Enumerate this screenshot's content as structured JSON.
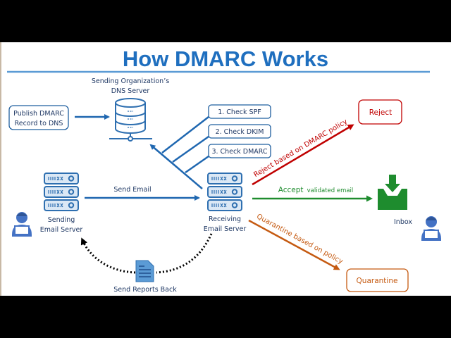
{
  "title": "How DMARC Works",
  "colors": {
    "title": "#1f6fbf",
    "flow": "#1f67b0",
    "reject": "#c00000",
    "accept": "#1e8c2e",
    "quarantine": "#c55a11",
    "text": "#1f3864"
  },
  "dns_server": {
    "line1": "Sending Organization’s",
    "line2": "DNS Server",
    "icon": "database-icon"
  },
  "publish": {
    "line1": "Publish DMARC",
    "line2": "Record to DNS"
  },
  "checks": [
    "1. Check SPF",
    "2. Check DKIM",
    "3. Check DMARC"
  ],
  "sending_server": {
    "line1": "Sending",
    "line2": "Email Server",
    "icon": "server-icon"
  },
  "receiving_server": {
    "line1": "Receiving",
    "line2": "Email Server",
    "icon": "server-icon"
  },
  "send_email": "Send Email",
  "reject": {
    "arrow_label": "Reject based on DMARC policy",
    "box": "Reject"
  },
  "accept": {
    "bold": "Accept",
    "rest": "validated email"
  },
  "inbox": {
    "label": "Inbox",
    "icon": "inbox-icon"
  },
  "quarantine": {
    "arrow_label": "Quarantine based on policy",
    "box": "Quarantine"
  },
  "reports": {
    "label": "Send Reports Back",
    "icon": "document-icon"
  },
  "user_icon": "user-laptop-icon"
}
